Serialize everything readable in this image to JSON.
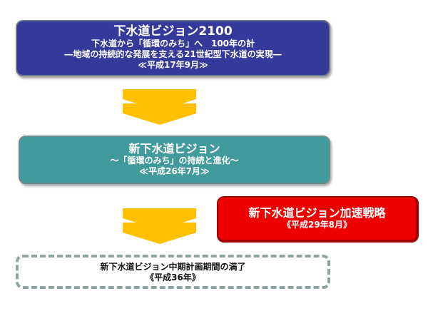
{
  "vision2100": {
    "title": "下水道ビジョン2100",
    "line1": "下水道から「循環のみち」へ　100年の計",
    "line2": "―地域の持続的な発展を支える21世紀型下水道の実現―",
    "date": "≪平成17年9月≫"
  },
  "new_vision": {
    "title": "新下水道ビジョン",
    "line1": "～「循環のみち」の持続と進化～",
    "date": "≪平成26年7月≫"
  },
  "acceleration": {
    "title": "新下水道ビジョン加速戦略",
    "date": "《平成29年8月》"
  },
  "midterm_end": {
    "title": "新下水道ビジョン中期計画期間の満了",
    "date": "《平成36年》"
  },
  "colors": {
    "blue": "#333a99",
    "teal": "#439a9c",
    "red": "#ef0000",
    "chevron": "#ffc000",
    "dash": "#8fa3a3"
  }
}
